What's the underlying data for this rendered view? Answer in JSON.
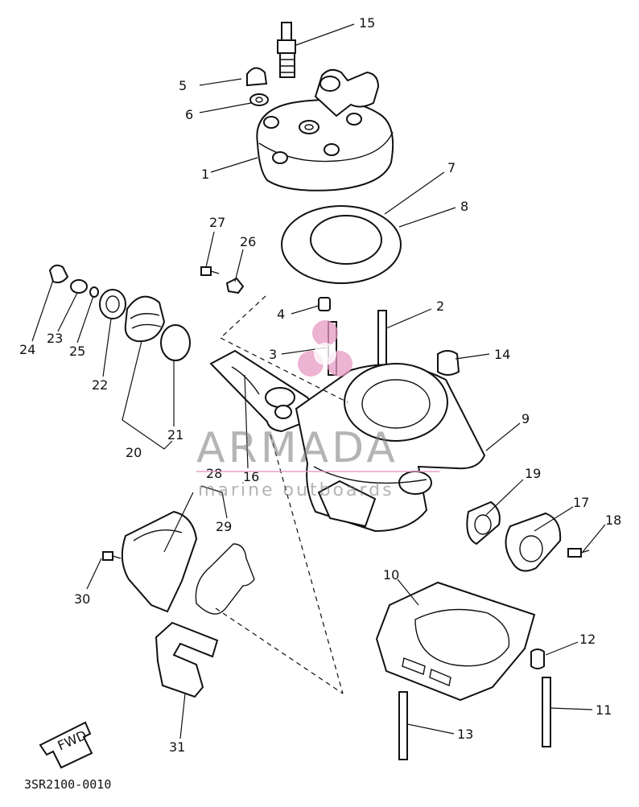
{
  "diagram": {
    "callouts": [
      {
        "id": "1",
        "text": "1"
      },
      {
        "id": "2",
        "text": "2"
      },
      {
        "id": "3",
        "text": "3"
      },
      {
        "id": "4",
        "text": "4"
      },
      {
        "id": "5",
        "text": "5"
      },
      {
        "id": "6",
        "text": "6"
      },
      {
        "id": "7",
        "text": "7"
      },
      {
        "id": "8",
        "text": "8"
      },
      {
        "id": "9",
        "text": "9"
      },
      {
        "id": "10",
        "text": "10"
      },
      {
        "id": "11",
        "text": "11"
      },
      {
        "id": "12",
        "text": "12"
      },
      {
        "id": "13",
        "text": "13"
      },
      {
        "id": "14",
        "text": "14"
      },
      {
        "id": "15",
        "text": "15"
      },
      {
        "id": "16",
        "text": "16"
      },
      {
        "id": "17",
        "text": "17"
      },
      {
        "id": "18",
        "text": "18"
      },
      {
        "id": "19",
        "text": "19"
      },
      {
        "id": "20",
        "text": "20"
      },
      {
        "id": "21",
        "text": "21"
      },
      {
        "id": "22",
        "text": "22"
      },
      {
        "id": "23",
        "text": "23"
      },
      {
        "id": "24",
        "text": "24"
      },
      {
        "id": "25",
        "text": "25"
      },
      {
        "id": "26",
        "text": "26"
      },
      {
        "id": "27",
        "text": "27"
      },
      {
        "id": "28",
        "text": "28"
      },
      {
        "id": "29",
        "text": "29"
      },
      {
        "id": "30",
        "text": "30"
      },
      {
        "id": "31",
        "text": "31"
      }
    ],
    "fwd_label": "FWD",
    "drawing_code": "3SR2100-0010"
  },
  "watermark": {
    "brand": "ARMADA",
    "tagline": "marine outboards",
    "logo_color": "#e79ac3"
  }
}
